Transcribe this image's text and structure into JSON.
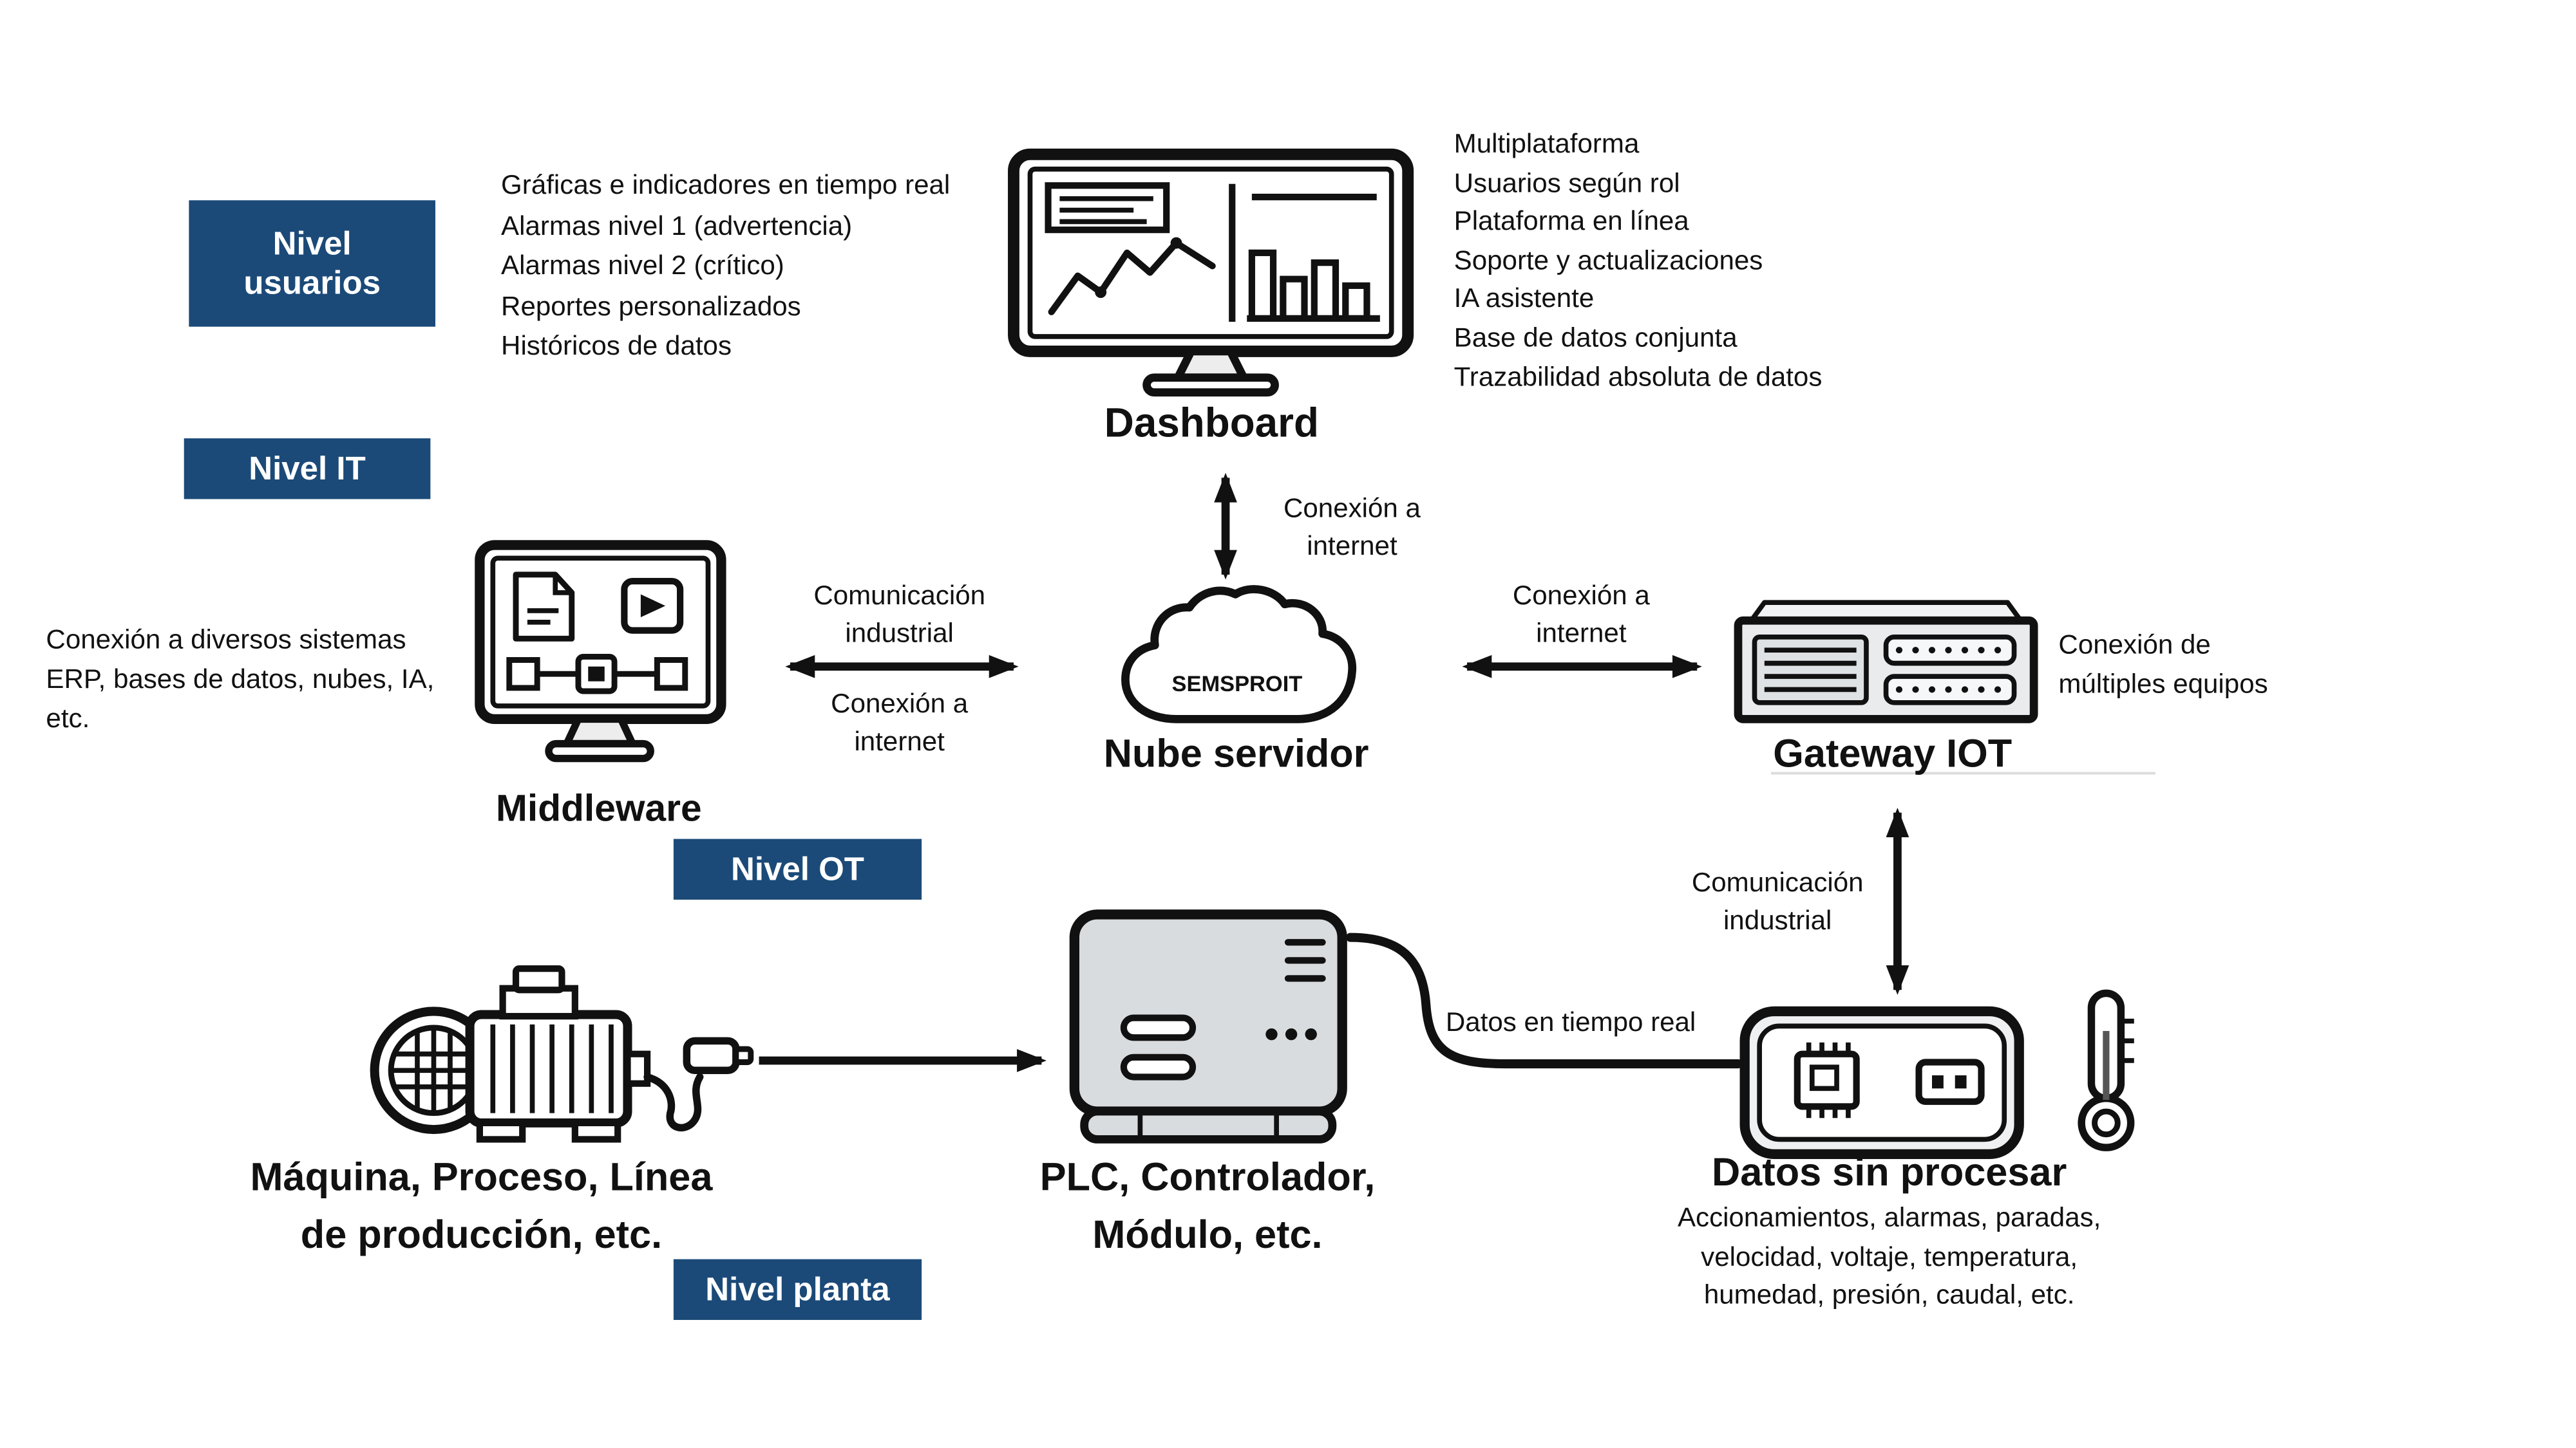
{
  "colors": {
    "level_bg": "#1b4a78",
    "level_text": "#ffffff",
    "ink": "#111111",
    "device_gray": "#d9dcde"
  },
  "levels": {
    "usuarios": "Nivel\nusuarios",
    "it": "Nivel IT",
    "ot": "Nivel OT",
    "planta": "Nivel planta"
  },
  "dashboard": {
    "label": "Dashboard",
    "features_left": [
      "Gráficas e indicadores en tiempo real",
      "Alarmas nivel 1 (advertencia)",
      "Alarmas nivel 2 (crítico)",
      "Reportes personalizados",
      "Históricos de datos"
    ],
    "features_right": [
      "Multiplataforma",
      "Usuarios según rol",
      "Plataforma en línea",
      "Soporte y actualizaciones",
      "IA asistente",
      "Base de datos conjunta",
      "Trazabilidad absoluta de datos"
    ]
  },
  "cloud": {
    "brand": "SEMSPROIT",
    "label": "Nube servidor"
  },
  "middleware": {
    "label": "Middleware",
    "note": "Conexión a diversos sistemas\nERP, bases de datos, nubes, IA,\netc."
  },
  "gateway": {
    "label": "Gateway IOT",
    "note": "Conexión de\nmúltiples equipos"
  },
  "machine": {
    "label": "Máquina, Proceso, Línea\nde producción, etc."
  },
  "plc": {
    "label": "PLC, Controlador,\nMódulo, etc."
  },
  "raw_data": {
    "label": "Datos sin procesar",
    "detail": "Accionamientos, alarmas, paradas,\nvelocidad, voltaje, temperatura,\nhumedad, presión, caudal, etc."
  },
  "connections": {
    "dashboard_cloud": "Conexión a\ninternet",
    "middleware_cloud_top": "Comunicación\nindustrial",
    "middleware_cloud_bottom": "Conexión a\ninternet",
    "cloud_gateway": "Conexión a\ninternet",
    "gateway_raw": "Comunicación\nindustrial",
    "plc_raw": "Datos en tiempo real"
  }
}
